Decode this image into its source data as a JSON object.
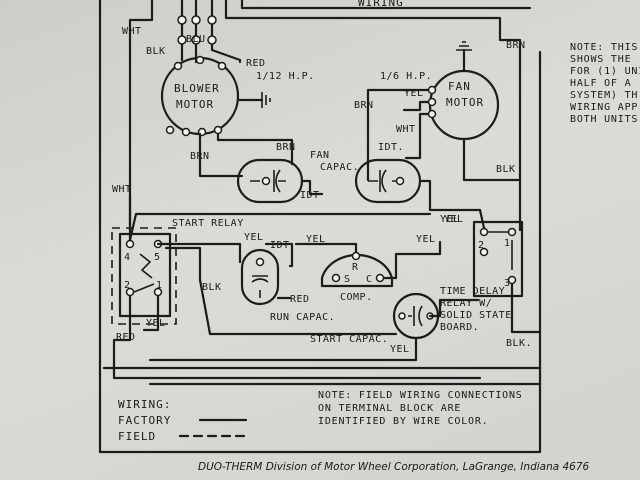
{
  "header": {
    "partial_title": "WIRING"
  },
  "labels": {
    "wht_top": "WHT",
    "blk_top": "BLK",
    "blu": "BLU",
    "red_top": "RED",
    "blower_hp": "1/12 H.P.",
    "blower_1": "BLOWER",
    "blower_2": "MOTOR",
    "brn_top": "BRN",
    "fan_hp": "1/6 H.P.",
    "fan_1": "FAN",
    "fan_2": "MOTOR",
    "brn_fan": "BRN",
    "yel_fan": "YEL",
    "wht_fan": "WHT",
    "brn_blower": "BRN",
    "brn_cap": "BRN",
    "fan_capac_1": "FAN",
    "fan_capac_2": "CAPAC.",
    "idt_1": "IDT",
    "idt_2": "IDT.",
    "blk_right": "BLK",
    "wht_left": "WHT",
    "start_relay": "START RELAY",
    "yel_1": "YEL",
    "yel_2": "YEL",
    "yel_3": "YEL",
    "yel_4": "YEL",
    "idt_3": "IDT",
    "yel_5": "YEL",
    "r_term": "R",
    "s_term": "S",
    "c_term": "C",
    "comp": "COMP.",
    "blk_mid": "BLK",
    "red_cap": "RED",
    "run_capac": "RUN CAPAC.",
    "yel_relay": "YEL",
    "red_bottom": "RED",
    "start_capac": "START CAPAC.",
    "yel_bottom": "YEL",
    "tdr_1": "TIME DELAY",
    "tdr_2": "RELAY W/",
    "tdr_3": "SOLID STATE",
    "tdr_4": "BOARD.",
    "blk_tdr": "BLK.",
    "t2": "2",
    "t1": "1",
    "t3": "3",
    "sr4": "4",
    "sr5": "5",
    "sr2": "2",
    "sr1": "1"
  },
  "note_right": [
    "NOTE: THIS",
    "SHOWS THE",
    "FOR (1) UNI",
    "HALF OF A",
    "SYSTEM) TH",
    "WIRING APP",
    "BOTH UNITS"
  ],
  "note_bottom": [
    "NOTE: FIELD WIRING CONNECTIONS",
    "ON TERMINAL BLOCK ARE",
    "IDENTIFIED BY WIRE COLOR."
  ],
  "legend": {
    "title": "WIRING:",
    "factory": "FACTORY",
    "field": "FIELD"
  },
  "footer": "DUO-THERM Division of Motor Wheel Corporation, LaGrange, Indiana 4676"
}
